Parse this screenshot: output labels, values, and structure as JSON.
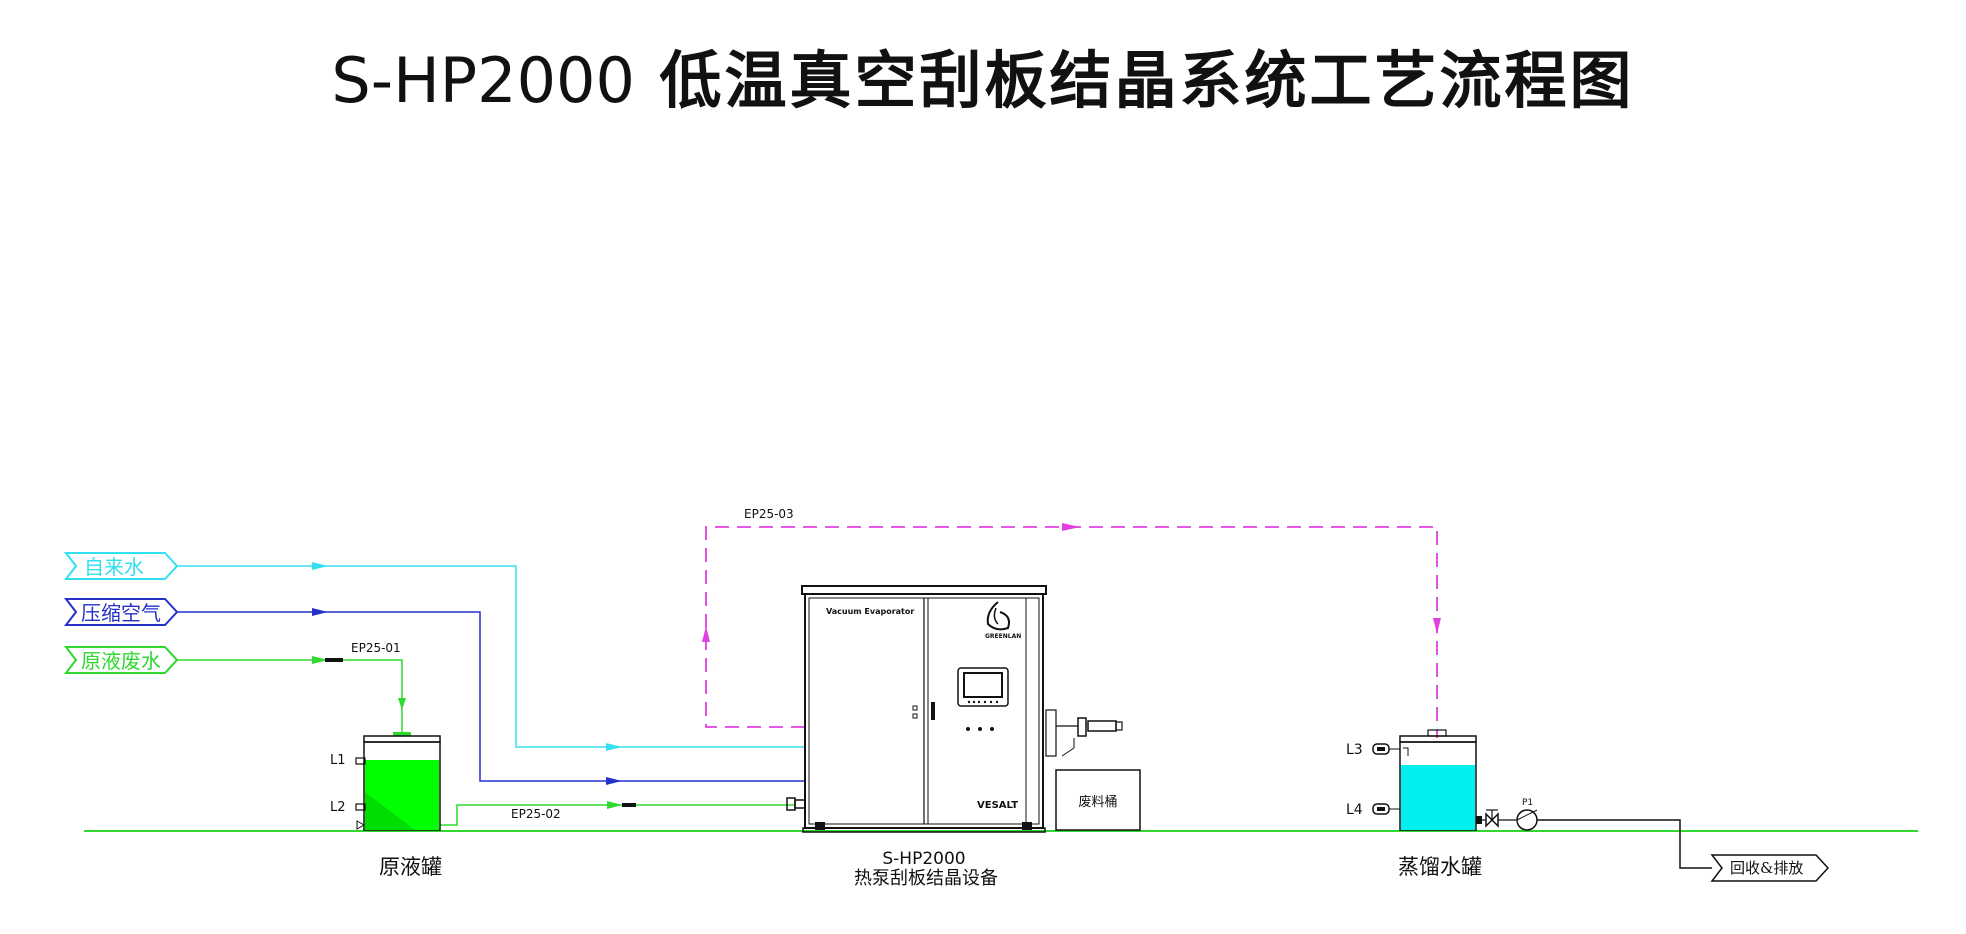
{
  "title": {
    "model": "S-HP2000",
    "text": "低温真空刮板结晶系统工艺流程图"
  },
  "inputs": [
    {
      "label": "自来水",
      "color": "#33e0f0"
    },
    {
      "label": "压缩空气",
      "color": "#2430c8"
    },
    {
      "label": "原液废水",
      "color": "#30d830"
    }
  ],
  "pipes": {
    "ep25_01": "EP25-01",
    "ep25_02": "EP25-02",
    "ep25_03": "EP25-03"
  },
  "raw_tank": {
    "name": "原液罐",
    "level_high": "L1",
    "level_low": "L2",
    "liquid_color": "#00ff00"
  },
  "equipment": {
    "model": "S-HP2000",
    "name": "热泵刮板结晶设备",
    "panel_text": "Vacuum Evaporator",
    "brand": "GREENLAN",
    "badge": "VESALT"
  },
  "waste_bin": {
    "name": "废料桶"
  },
  "distilled_tank": {
    "name": "蒸馏水罐",
    "level_high": "L3",
    "level_low": "L4",
    "liquid_color": "#00f0f0"
  },
  "pump": {
    "tag": "P1"
  },
  "output": {
    "label": "回收&排放"
  },
  "colors": {
    "tap_water": "#33e0f0",
    "compressed_air": "#2430c8",
    "raw_waste": "#30d830",
    "vapor": "#e040e0",
    "ground": "#30d830"
  }
}
